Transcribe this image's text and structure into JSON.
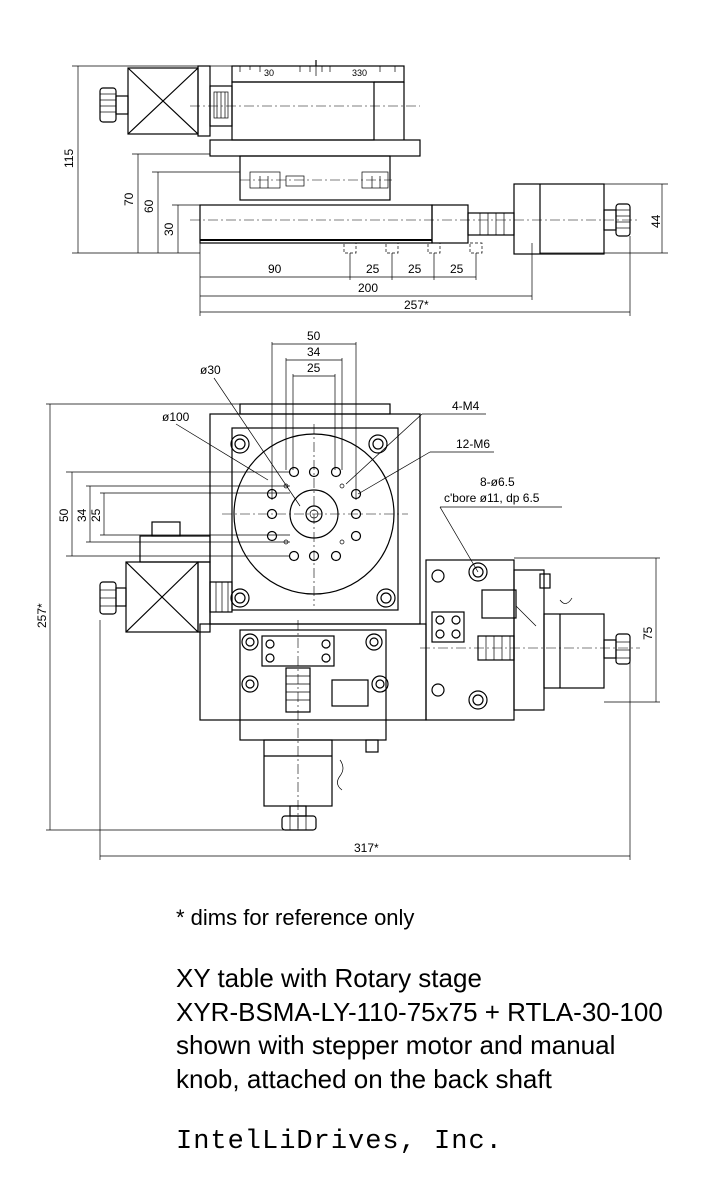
{
  "side_view": {
    "scale_marks": [
      "30",
      "330"
    ],
    "dims": {
      "h115": "115",
      "h70": "70",
      "h60": "60",
      "h30": "30",
      "h44": "44",
      "w90": "90",
      "w25a": "25",
      "w25b": "25",
      "w25c": "25",
      "w200": "200",
      "w257": "257*"
    }
  },
  "top_view": {
    "dims": {
      "d50": "50",
      "d34": "34",
      "d25": "25",
      "v50": "50",
      "v34": "34",
      "v25": "25",
      "h257": "257*",
      "h75": "75",
      "w317": "317*"
    },
    "callouts": {
      "phi30": "ø30",
      "phi100": "ø100",
      "m4": "4-M4",
      "m6": "12-M6",
      "holes": "8-ø6.5",
      "cbore": "c'bore ø11, dp 6.5"
    }
  },
  "note": "* dims for reference only",
  "description": [
    "XY table with Rotary stage",
    "XYR-BSMA-LY-110-75x75 + RTLA-30-100",
    "shown with stepper motor and manual",
    "knob, attached on the back shaft"
  ],
  "company": "IntelLiDrives, Inc."
}
